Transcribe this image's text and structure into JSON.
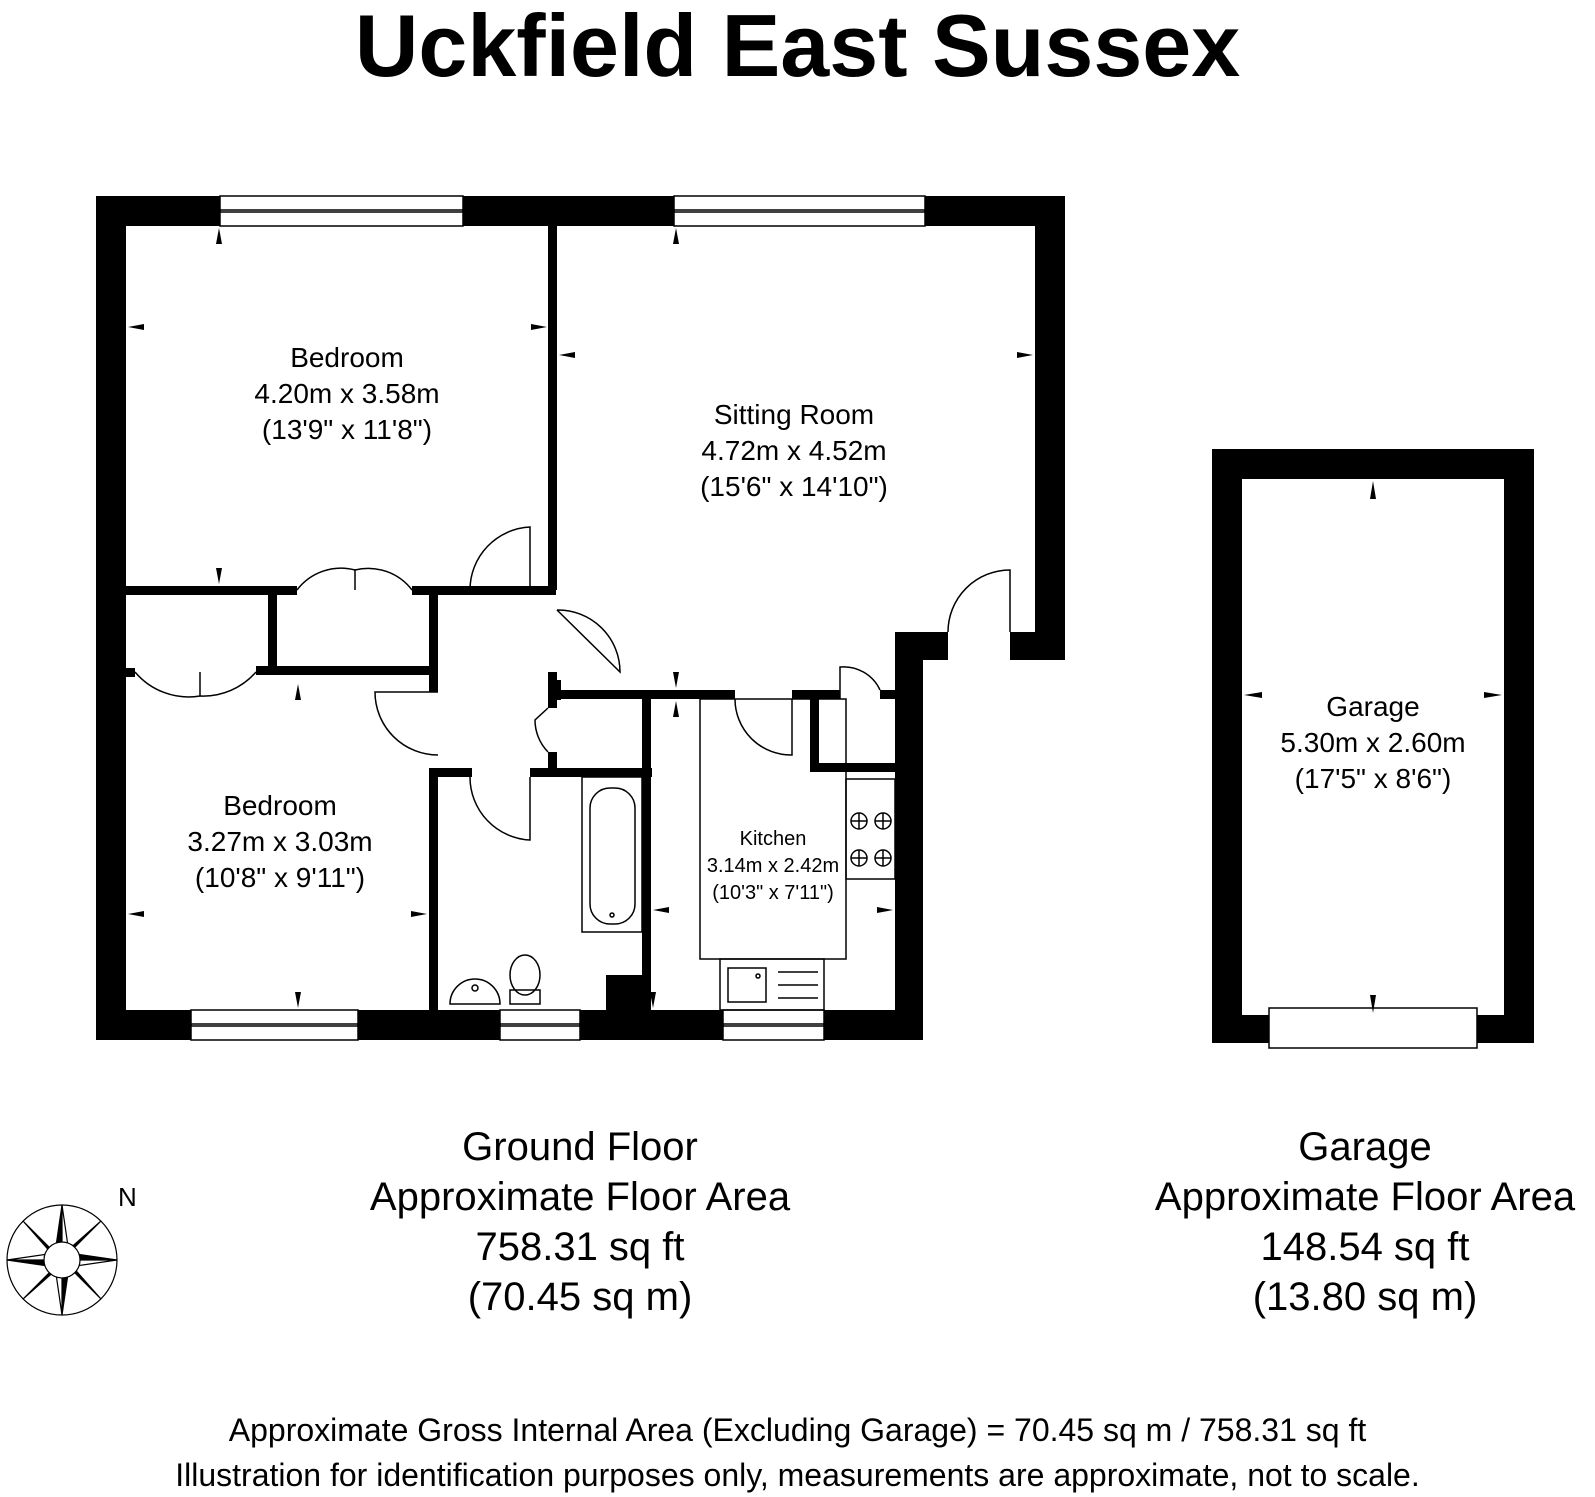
{
  "title": "Uckfield East Sussex",
  "rooms": {
    "bedroom1": {
      "name": "Bedroom",
      "metric": "4.20m x 3.58m",
      "imperial": "(13'9\" x 11'8\")"
    },
    "sitting": {
      "name": "Sitting Room",
      "metric": "4.72m x 4.52m",
      "imperial": "(15'6\" x 14'10\")"
    },
    "bedroom2": {
      "name": "Bedroom",
      "metric": "3.27m x 3.03m",
      "imperial": "(10'8\" x 9'11\")"
    },
    "kitchen": {
      "name": "Kitchen",
      "metric": "3.14m x 2.42m",
      "imperial": "(10'3\" x 7'11\")"
    },
    "garage": {
      "name": "Garage",
      "metric": "5.30m x 2.60m",
      "imperial": "(17'5\" x 8'6\")"
    }
  },
  "ground_floor": {
    "label": "Ground Floor",
    "area_label": "Approximate Floor Area",
    "sqft": "758.31 sq ft",
    "sqm": "(70.45 sq m)"
  },
  "garage_floor": {
    "label": "Garage",
    "area_label": "Approximate Floor Area",
    "sqft": "148.54 sq ft",
    "sqm": "(13.80 sq m)"
  },
  "compass": {
    "north_label": "N",
    "icon": "compass-rose-icon"
  },
  "footer": {
    "gross_area": "Approximate Gross Internal Area (Excluding Garage) = 70.45 sq m / 758.31 sq ft",
    "disclaimer": "Illustration for identification purposes only, measurements are approximate, not to scale."
  },
  "colors": {
    "wall": "#000000",
    "background": "#ffffff"
  }
}
